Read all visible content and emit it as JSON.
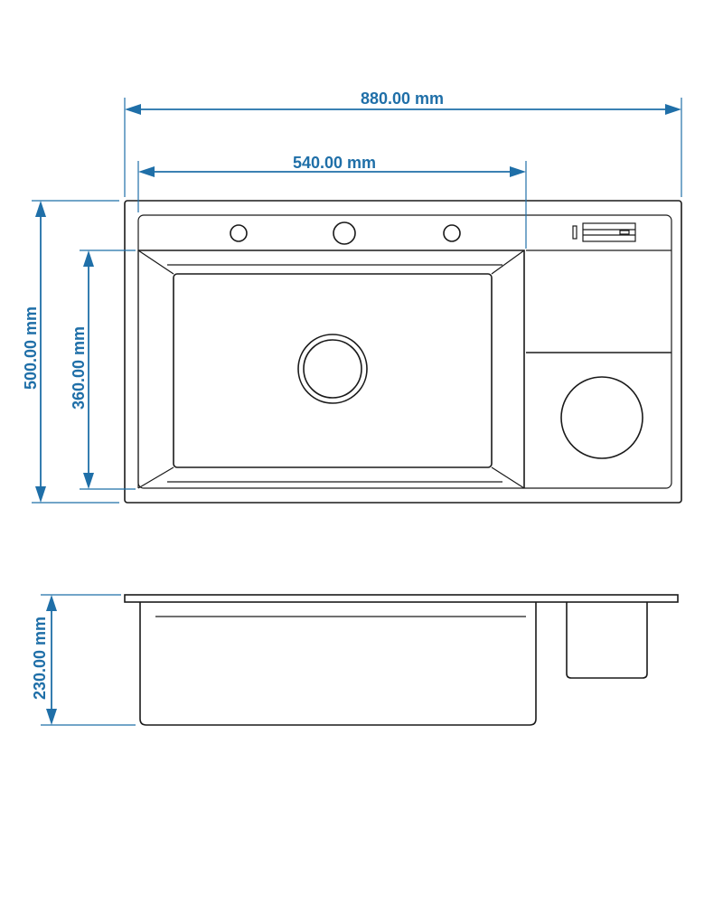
{
  "dimensions": {
    "overall_width": "880.00 mm",
    "basin_width": "540.00 mm",
    "overall_depth": "500.00 mm",
    "basin_depth": "360.00 mm",
    "bowl_height": "230.00 mm"
  },
  "colors": {
    "dimension": "#1f6fa8",
    "outline": "#1a1a1a",
    "background": "#ffffff"
  }
}
